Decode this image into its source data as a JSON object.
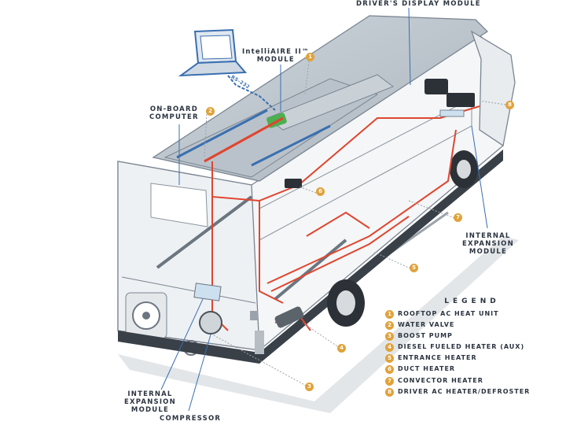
{
  "labels": {
    "drivers_display_module": "DRIVER'S DISPLAY MODULE",
    "intelliaire_module_line1": "IntelliAIRE II™",
    "intelliaire_module_line2": "MODULE",
    "onboard_computer_line1": "ON-BOARD",
    "onboard_computer_line2": "COMPUTER",
    "internal_expansion_right": [
      "INTERNAL",
      "EXPANSION",
      "MODULE"
    ],
    "internal_expansion_left": [
      "INTERNAL",
      "EXPANSION",
      "MODULE"
    ],
    "compressor": "COMPRESSOR",
    "cable_text": "RS-232"
  },
  "legend": {
    "title": "LEGEND",
    "items": [
      {
        "num": "1",
        "label": "ROOFTOP AC HEAT UNIT"
      },
      {
        "num": "2",
        "label": "WATER VALVE"
      },
      {
        "num": "3",
        "label": "BOOST PUMP"
      },
      {
        "num": "4",
        "label": "DIESEL FUELED HEATER (AUX)"
      },
      {
        "num": "5",
        "label": "ENTRANCE HEATER"
      },
      {
        "num": "6",
        "label": "DUCT HEATER"
      },
      {
        "num": "7",
        "label": "CONVECTOR HEATER"
      },
      {
        "num": "8",
        "label": "DRIVER AC HEATER/DEFROSTER"
      }
    ]
  },
  "markers": {
    "rooftop_unit": "1",
    "water_valve": "2",
    "duct_heater": "6",
    "driver_defroster": "8",
    "convector_heater": "7",
    "entrance_heater": "5",
    "diesel_heater": "4",
    "boost_pump": "3"
  },
  "colors": {
    "pipe": "#e0452f",
    "marker": "#e0a23a",
    "outline": "#7a8591",
    "label": "#2b3440",
    "wire": "#3a6fb0"
  }
}
